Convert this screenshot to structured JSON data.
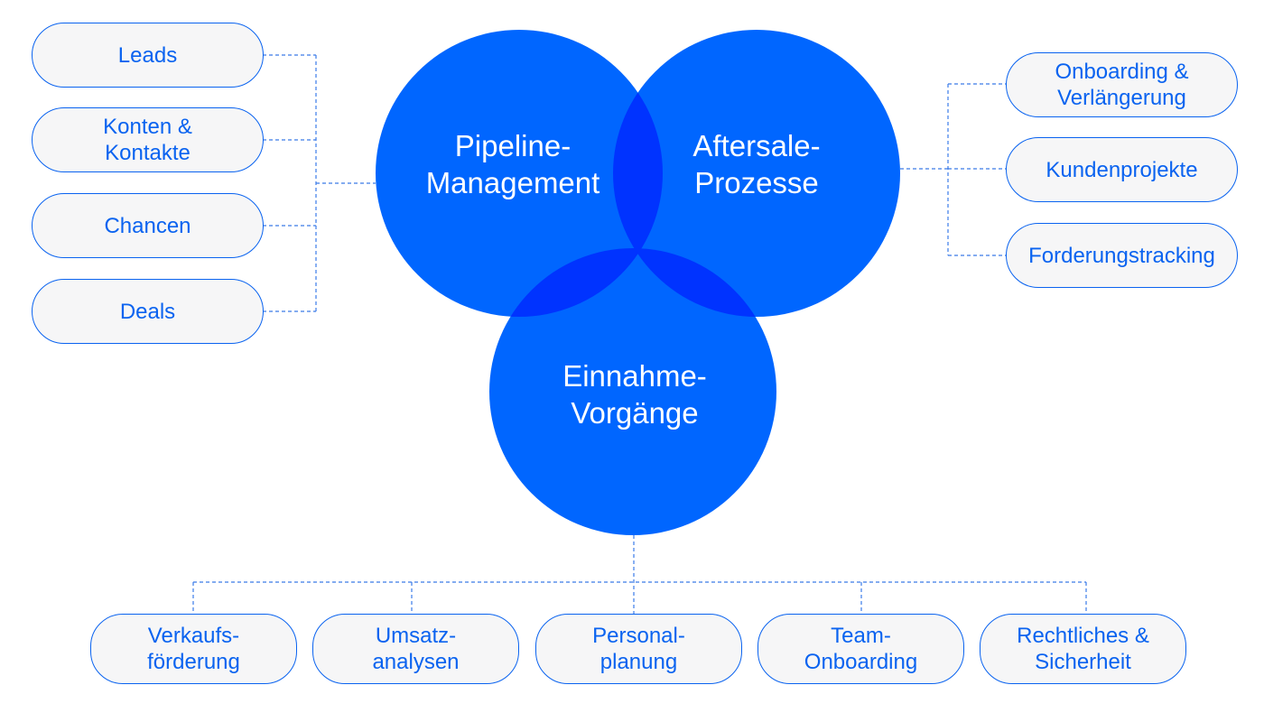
{
  "colors": {
    "primary": "#0066ff",
    "overlap": "#0033ff",
    "pill_text": "#0a63f0",
    "pill_background": "#f6f6f7",
    "connector": "#3b7be8",
    "circle_text": "#ffffff"
  },
  "circles": {
    "pipeline": "Pipeline-\nManagement",
    "aftersale": "Aftersale-\nProzesse",
    "revenue": "Einnahme-\nVorgänge"
  },
  "left_items": [
    "Leads",
    "Konten &\nKontakte",
    "Chancen",
    "Deals"
  ],
  "right_items": [
    "Onboarding &\nVerlängerung",
    "Kundenprojekte",
    "Forderungstracking"
  ],
  "bottom_items": [
    "Verkaufs-\nförderung",
    "Umsatz-\nanalysen",
    "Personal-\nplanung",
    "Team-\nOnboarding",
    "Rechtliches &\nSicherheit"
  ]
}
